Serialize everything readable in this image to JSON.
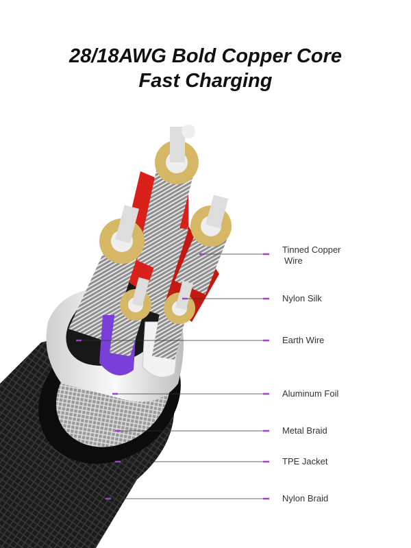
{
  "title": {
    "line1": "28/18AWG Bold Copper Core",
    "line2": "Fast Charging"
  },
  "labels": [
    {
      "text": "Tinned Copper",
      "text2": "Wire"
    },
    {
      "text": "Nylon Silk"
    },
    {
      "text": "Earth Wire"
    },
    {
      "text": "Aluminum Foil"
    },
    {
      "text": "Metal Braid"
    },
    {
      "text": "TPE Jacket"
    },
    {
      "text": "Nylon Braid"
    }
  ],
  "colors": {
    "leader": "#333333",
    "tick": "#a23fc8",
    "insulation_red": "#d9201a",
    "earth_purple": "#7a3fd8",
    "tinned": "#d6b766"
  }
}
